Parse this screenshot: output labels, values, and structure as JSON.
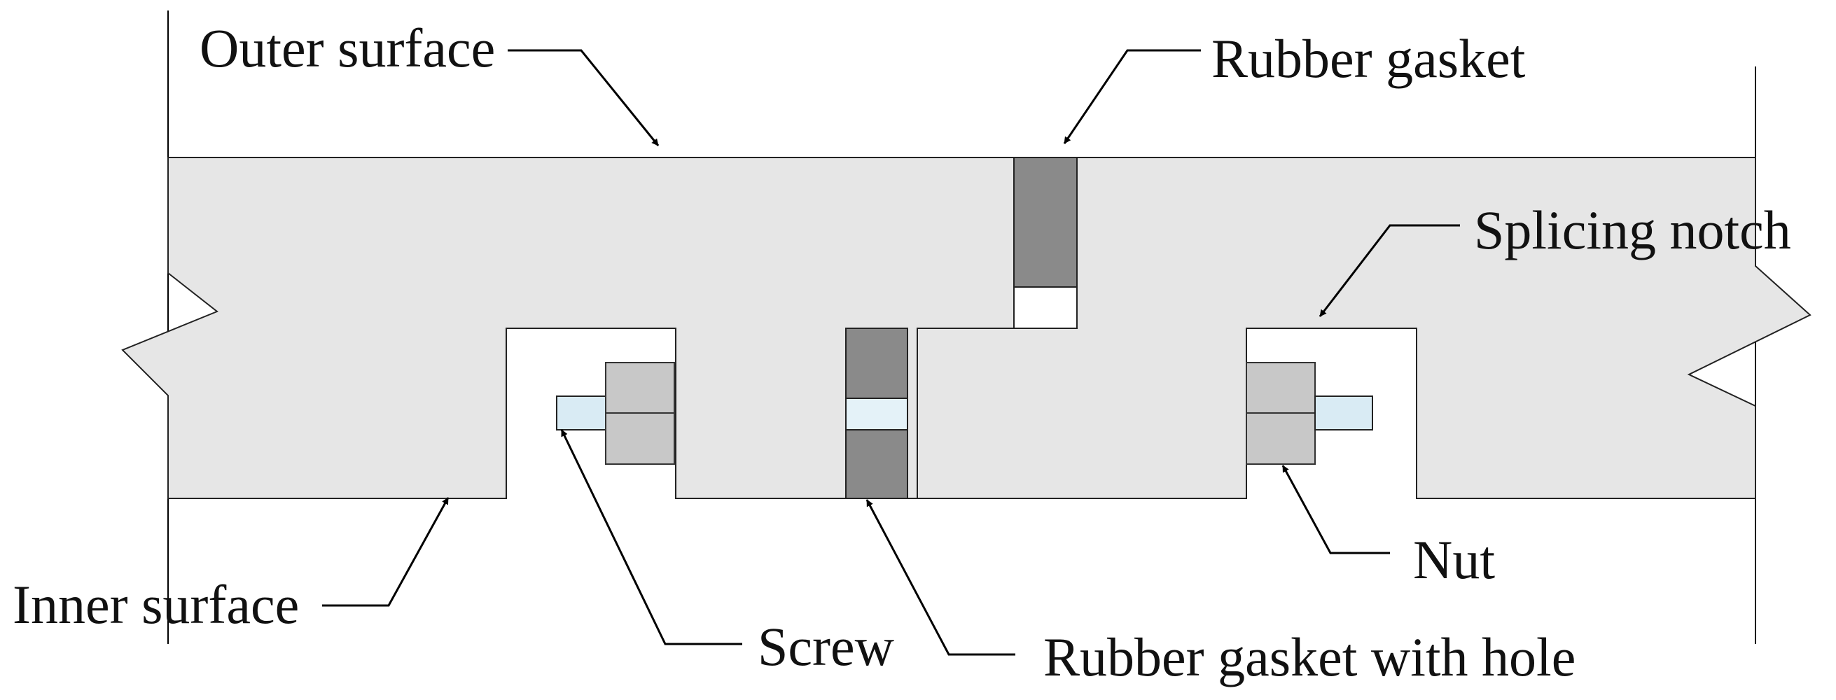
{
  "labels": {
    "outer_surface": "Outer surface",
    "rubber_gasket": "Rubber gasket",
    "splicing_notch": "Splicing notch",
    "nut": "Nut",
    "inner_surface": "Inner surface",
    "screw": "Screw",
    "rubber_gasket_with_hole": "Rubber gasket with hole"
  },
  "colors": {
    "segment_fill": "#e6e6e6",
    "gasket_fill": "#8a8a8a",
    "gasket_hole": "#e4f2f8",
    "screw_fill": "#d9ebf4",
    "nut_fill": "#c8c8c8",
    "gap_fill": "#ffffff",
    "line": "#000000"
  }
}
